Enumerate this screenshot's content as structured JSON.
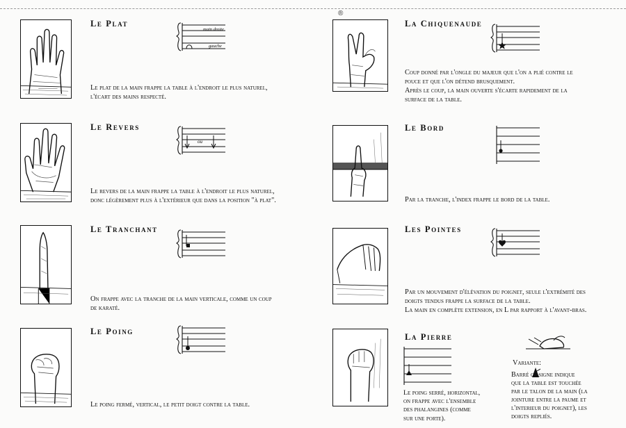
{
  "entries": [
    {
      "title": "Le Plat",
      "staff_top": "main droite",
      "staff_bottom": "gauche",
      "lines": [
        "Le plat de la main frappe la table à l'endroit le plus naturel,",
        "l'écart des mains respecté."
      ]
    },
    {
      "title": "Le Revers",
      "staff_mid": "ou",
      "lines": [
        "Le revers de la main frappe la table à l'endroit le plus naturel,",
        "donc légèrement plus à l'extérieur que dans la position \"à plat\"."
      ]
    },
    {
      "title": "Le Tranchant",
      "lines": [
        "On frappe avec la tranche de la main verticale, comme un coup",
        "de karaté."
      ]
    },
    {
      "title": "Le Poing",
      "lines": [
        "Le poing fermé, vertical, le petit doigt contre la table."
      ]
    },
    {
      "title": "La Chiquenaude",
      "lines": [
        "Coup donné par l'ongle du majeur que l'on a plié contre le",
        "pouce et que l'on détend brusquement.",
        "Après le coup, la main ouverte s'écarte rapidement de la",
        "surface de la table."
      ]
    },
    {
      "title": "Le Bord",
      "lines": [
        "Par la tranche, l'index frappe le bord de la table."
      ]
    },
    {
      "title": "Les Pointes",
      "lines": [
        "Par un mouvement d'élévation du poignet, seule l'extrémité des",
        "doigts tendus frappe la surface de la table.",
        "La main en complète extension, en L par rapport à l'avant-bras."
      ]
    },
    {
      "title": "La Pierre",
      "lines": [
        "Le poing serré, horizontal,",
        "on frappe avec l'ensemble",
        "des phalangines (comme",
        "sur une porte)."
      ]
    }
  ],
  "variante": {
    "label": "Variante:",
    "lines": [
      "Barré     ce signe indique",
      "que la table est touchée",
      "par le talon de la main (la",
      "jointure entre la paume et",
      "l'interieur du poignet), les",
      "doigts repliés."
    ]
  },
  "top_mark": "®"
}
